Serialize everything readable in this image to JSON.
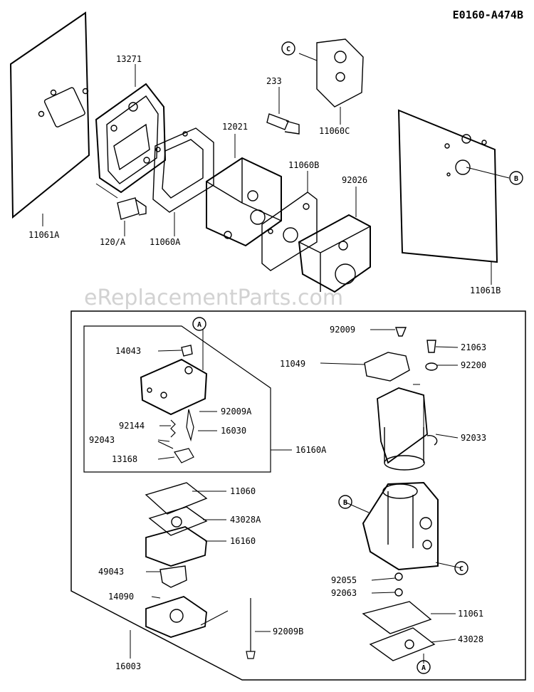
{
  "diagram_code": "E0160-A474B",
  "watermark": "eReplacementParts.com",
  "part_labels": {
    "p13271": "13271",
    "p233": "233",
    "p11060C": "11060C",
    "p12021": "12021",
    "p11060B": "11060B",
    "p92026": "92026",
    "p11061A": "11061A",
    "p120A": "120/A",
    "p11060A": "11060A",
    "p11061B": "11061B",
    "p14043": "14043",
    "p92009A": "92009A",
    "p92144": "92144",
    "p16030": "16030",
    "p92043": "92043",
    "p13168": "13168",
    "p16160A": "16160A",
    "p11060": "11060",
    "p43028A": "43028A",
    "p16160": "16160",
    "p49043": "49043",
    "p14090": "14090",
    "p92009B": "92009B",
    "p16003": "16003",
    "p92009": "92009",
    "p21063": "21063",
    "p11049": "11049",
    "p92200": "92200",
    "p92033": "92033",
    "p92055": "92055",
    "p92063": "92063",
    "p11061": "11061",
    "p43028": "43028"
  },
  "callouts": {
    "a": "A",
    "b": "B",
    "c": "C"
  }
}
